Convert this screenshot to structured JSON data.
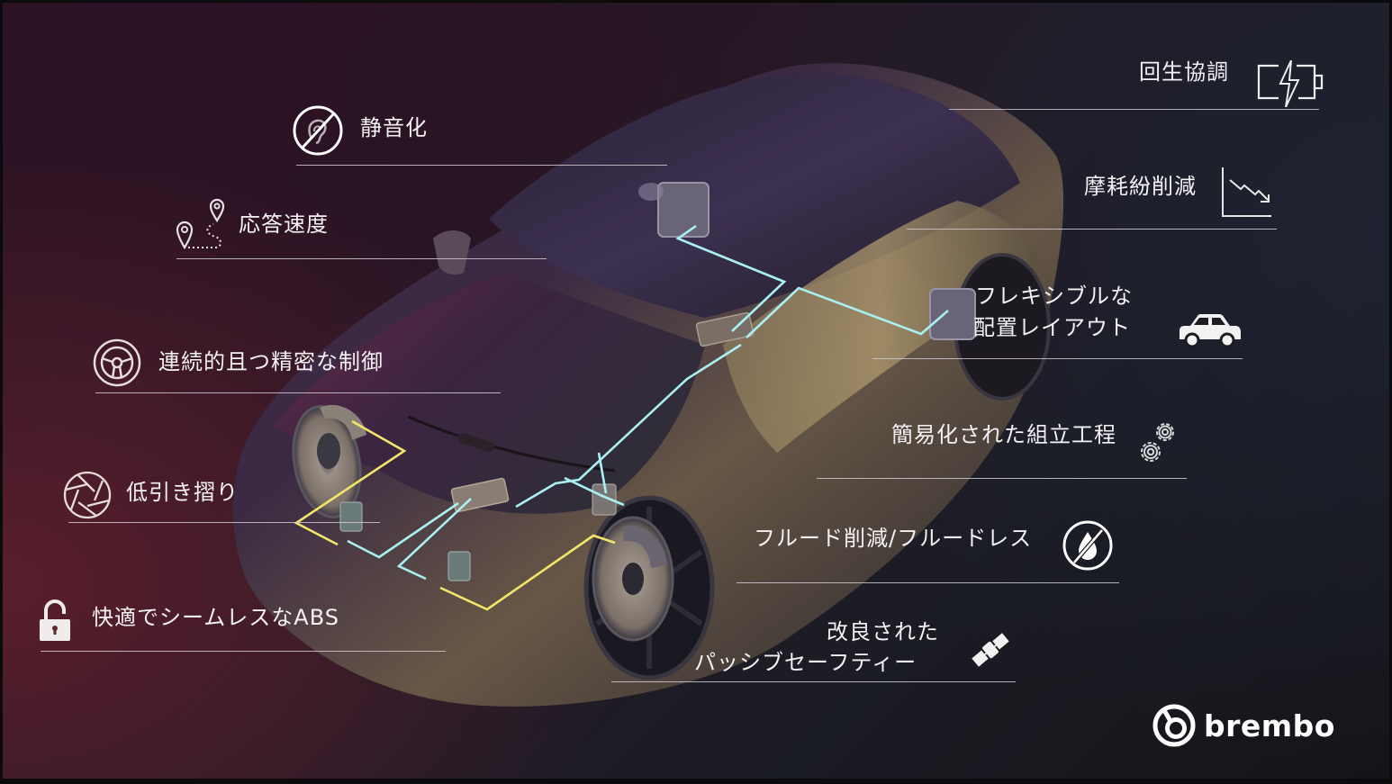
{
  "slide": {
    "brand": "brembo",
    "colors": {
      "wire_cyan": "#a8f0f2",
      "wire_yellow": "#f2e56a",
      "text": "#f4f2f4",
      "rule": "#cfc8cf"
    }
  },
  "features_left": [
    {
      "id": "silence",
      "label": "静音化",
      "icon": "no-ear-icon"
    },
    {
      "id": "response",
      "label": "応答速度",
      "icon": "route-pins-icon"
    },
    {
      "id": "control",
      "label": "連続的且つ精密な制御",
      "icon": "steering-wheel-icon"
    },
    {
      "id": "drag",
      "label": "低引き摺り",
      "icon": "aperture-icon"
    },
    {
      "id": "abs",
      "label": "快適でシームレスなABS",
      "icon": "unlocked-padlock-icon"
    }
  ],
  "features_right": [
    {
      "id": "regen",
      "label": "回生協調",
      "icon": "battery-charging-icon"
    },
    {
      "id": "wear",
      "label": "摩耗紛削減",
      "icon": "declining-chart-icon"
    },
    {
      "id": "layout",
      "label_line1": "フレキシブルな",
      "label_line2": "配置レイアウト",
      "icon": "car-icon"
    },
    {
      "id": "assembly",
      "label": "簡易化された組立工程",
      "icon": "gears-icon"
    },
    {
      "id": "fluid",
      "label": "フルード削減/フルードレス",
      "icon": "no-fluid-drop-icon"
    },
    {
      "id": "safety",
      "label_line1": "改良された",
      "label_line2": "パッシブセーフティー",
      "icon": "satellite-icon"
    }
  ]
}
